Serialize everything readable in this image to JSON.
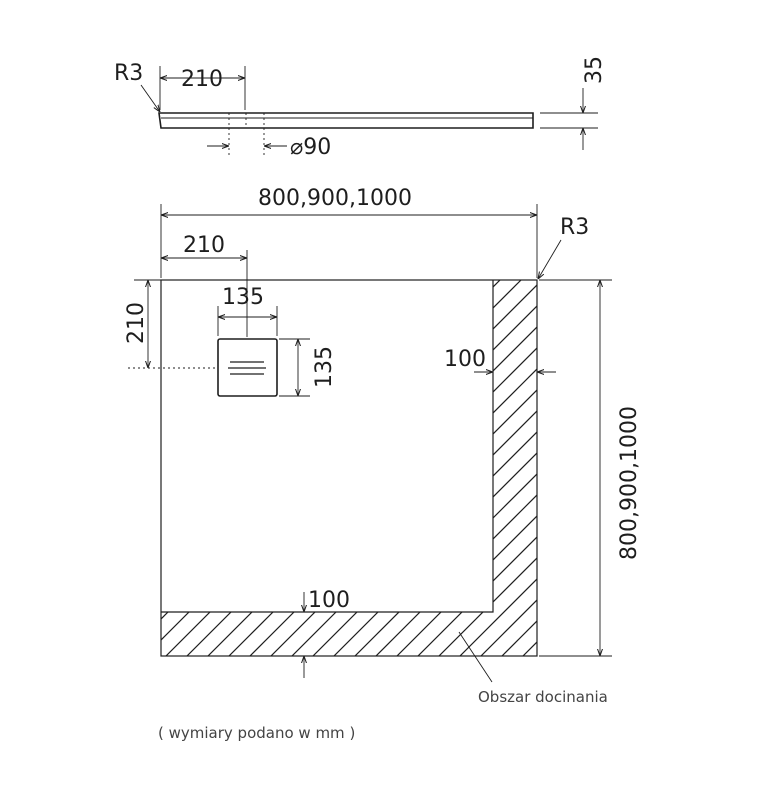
{
  "top_view": {
    "radius_label": "R3",
    "drain_offset_label": "210",
    "height_label": "35",
    "drain_diameter_label": "⌀90"
  },
  "plan_view": {
    "width_label": "800,900,1000",
    "drain_offset_x_label": "210",
    "drain_offset_y_label": "210",
    "radius_label": "R3",
    "drain_width_label": "135",
    "drain_height_label": "135",
    "right_trim_label": "100",
    "bottom_trim_label": "100",
    "depth_label": "800,900,1000",
    "cutting_area_label": "Obszar docinania"
  },
  "note": "( wymiary podano w mm )",
  "colors": {
    "line": "#1e1e1e",
    "background": "#ffffff"
  }
}
